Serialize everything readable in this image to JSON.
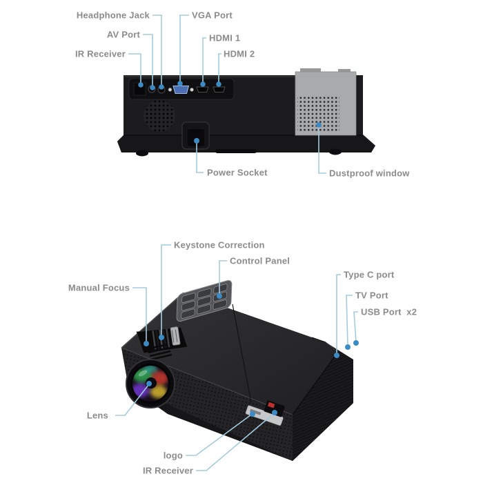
{
  "page": {
    "background": "#ffffff",
    "description": "LED projector parts diagram, rear view and front perspective view"
  },
  "colors": {
    "label_text": "#8b8b8b",
    "leader_line": "#a3cbdf",
    "leader_dot": "#3d8bc4",
    "body_black": "#1d1d1f",
    "dust_panel_gray": "#a8aaac",
    "vga_blue": "#4a6fb5",
    "logo_red": "#c03030"
  },
  "rear_view": {
    "name": "projector rear view",
    "labels": {
      "headphone_jack": "Headphone Jack",
      "av_port": "AV Port",
      "ir_receiver": "IR Receiver",
      "vga_port": "VGA Port",
      "hdmi_1": "HDMI 1",
      "hdmi_2": "HDMI 2",
      "power_socket": "Power Socket",
      "dustproof_window": "Dustproof window"
    }
  },
  "front_view": {
    "name": "projector front perspective view",
    "labels": {
      "keystone_correction": "Keystone Correction",
      "control_panel": "Control Panel",
      "manual_focus": "Manual Focus",
      "type_c_port": "Type C port",
      "tv_port": "TV Port",
      "usb_port": "USB Port  x2",
      "lens": "Lens",
      "logo": "logo",
      "ir_receiver": "IR Receiver"
    }
  }
}
